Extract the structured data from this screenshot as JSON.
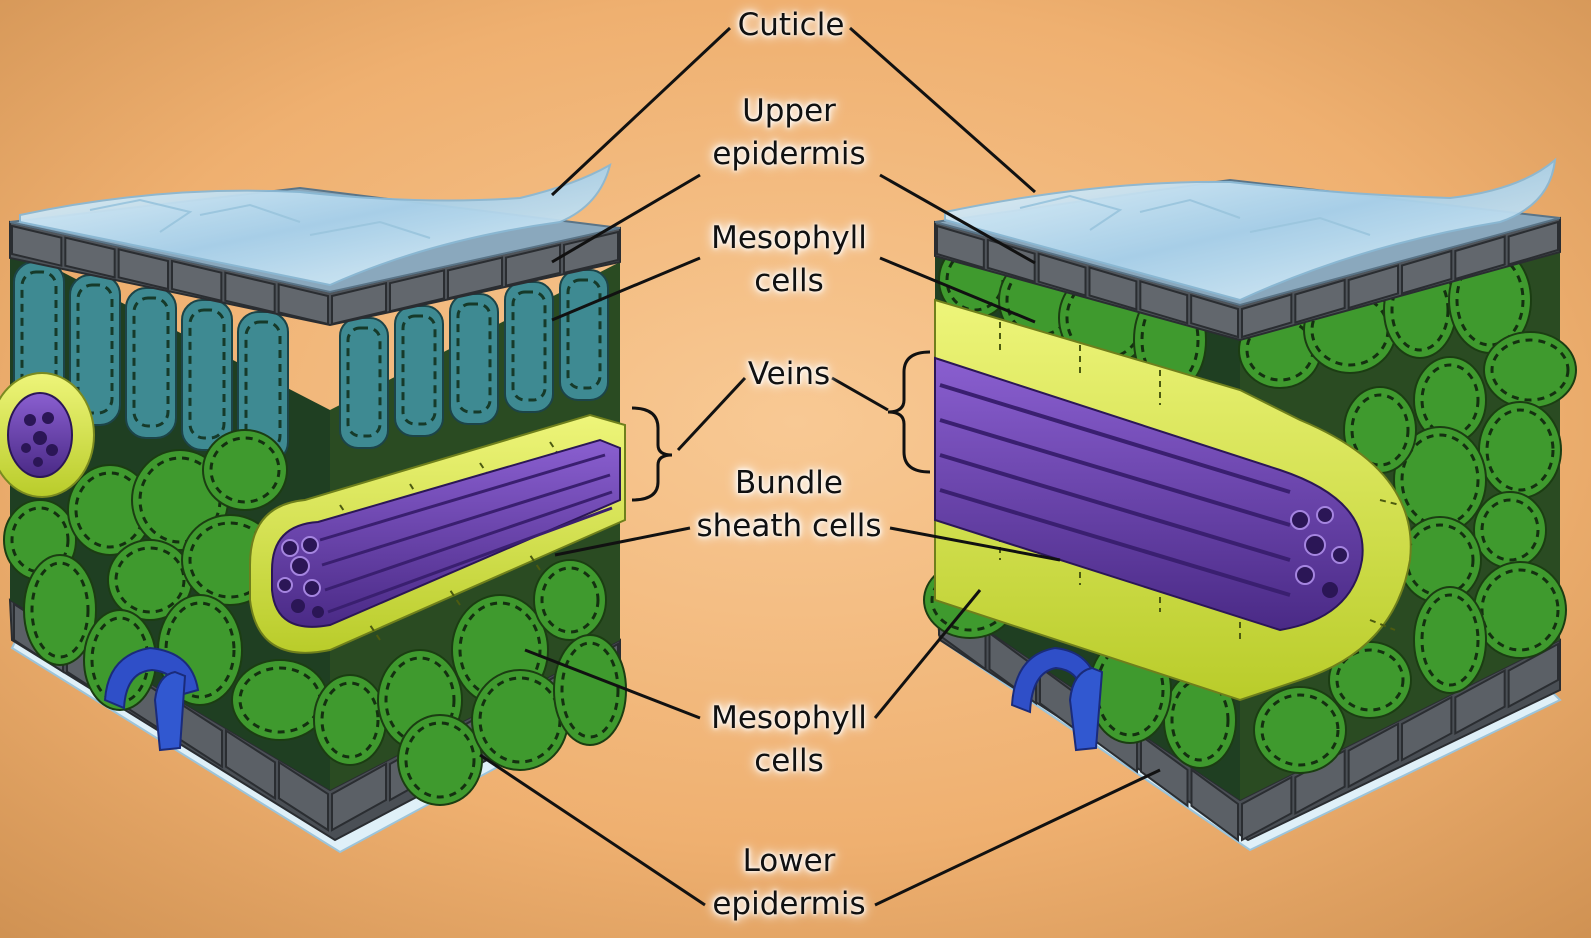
{
  "colors": {
    "background_light": "#f7c68f",
    "background_dark": "#d49a5a",
    "cuticle": "#c6e2f2",
    "epidermis": "#4e5358",
    "palisade": "#3e8a92",
    "spongy_mesophyll": "#3f9a2e",
    "bundle_sheath": "#d9e84a",
    "vein": "#6a3fae",
    "stoma": "#2f4fc8",
    "leader_line": "#111111"
  },
  "labels": {
    "cuticle": "Cuticle",
    "upper_epidermis": [
      "Upper",
      "epidermis"
    ],
    "mesophyll_top": [
      "Mesophyll",
      "cells"
    ],
    "veins": "Veins",
    "bundle_sheath": [
      "Bundle",
      "sheath cells"
    ],
    "mesophyll_bottom": [
      "Mesophyll",
      "cells"
    ],
    "lower_epidermis": [
      "Lower",
      "epidermis"
    ]
  }
}
